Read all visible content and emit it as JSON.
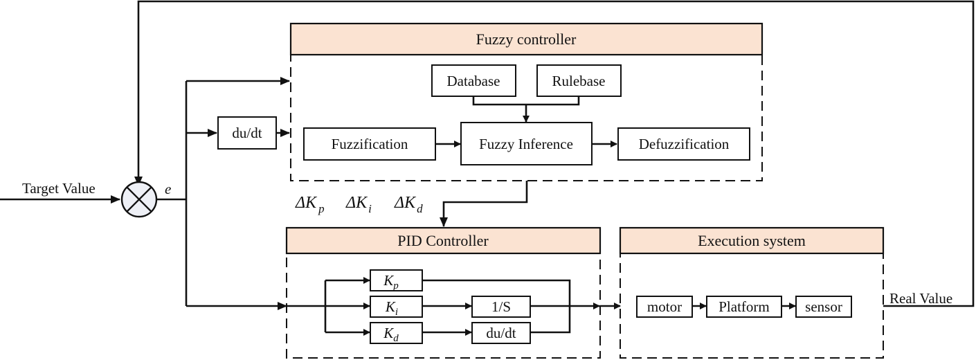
{
  "diagram": {
    "title": "Fuzzy PID control system block diagram",
    "colors": {
      "header_fill": "#fbe3d2",
      "line": "#111111",
      "junction_fill": "#eef0f6"
    },
    "input_label": "Target Value",
    "error_label": "e",
    "output_label": "Real Value",
    "derivative_block": "du/dt",
    "fuzzy_controller": {
      "title": "Fuzzy controller",
      "database": "Database",
      "rulebase": "Rulebase",
      "fuzzification": "Fuzzification",
      "inference": "Fuzzy Inference",
      "defuzzification": "Defuzzification"
    },
    "gain_adjustments": {
      "dkp": {
        "delta": "ΔK",
        "sub": "p"
      },
      "dki": {
        "delta": "ΔK",
        "sub": "i"
      },
      "dkd": {
        "delta": "ΔK",
        "sub": "d"
      }
    },
    "pid_controller": {
      "title": "PID Controller",
      "kp": {
        "main": "K",
        "sub": "p"
      },
      "ki": {
        "main": "K",
        "sub": "i"
      },
      "kd": {
        "main": "K",
        "sub": "d"
      },
      "integrator": "1/S",
      "differentiator": "du/dt"
    },
    "execution_system": {
      "title": "Execution system",
      "motor": "motor",
      "platform": "Platform",
      "sensor": "sensor"
    }
  }
}
